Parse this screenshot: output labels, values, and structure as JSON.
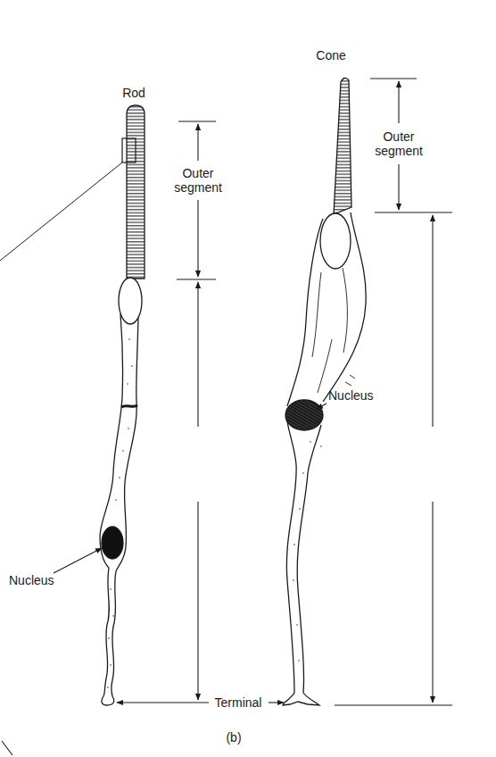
{
  "diagram": {
    "labels": [
      "Cone",
      "Rod",
      "Outer segment",
      "Outer segment",
      "Nucleus",
      "Nucleus",
      "Terminal",
      "(b)"
    ]
  }
}
